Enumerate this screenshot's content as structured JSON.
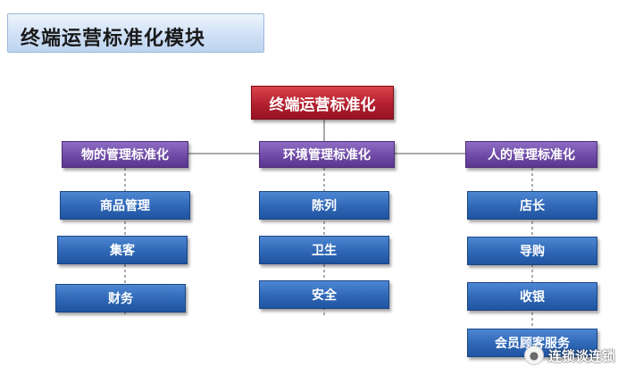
{
  "page_title": "终端运营标准化模块",
  "root": {
    "label": "终端运营标准化"
  },
  "categories": [
    {
      "label": "物的管理标准化",
      "items": [
        "商品管理",
        "集客",
        "财务"
      ]
    },
    {
      "label": "环境管理标准化",
      "items": [
        "陈列",
        "卫生",
        "安全"
      ]
    },
    {
      "label": "人的管理标准化",
      "items": [
        "店长",
        "导购",
        "收银",
        "会员顾客服务"
      ]
    }
  ],
  "watermark": {
    "text": "连锁谈连锁",
    "icon": "wechat-icon"
  },
  "colors": {
    "root": "#b32030",
    "category": "#6f4aa6",
    "item": "#2f67b6",
    "title_bg": "#cddff5",
    "connector": "#555555"
  }
}
